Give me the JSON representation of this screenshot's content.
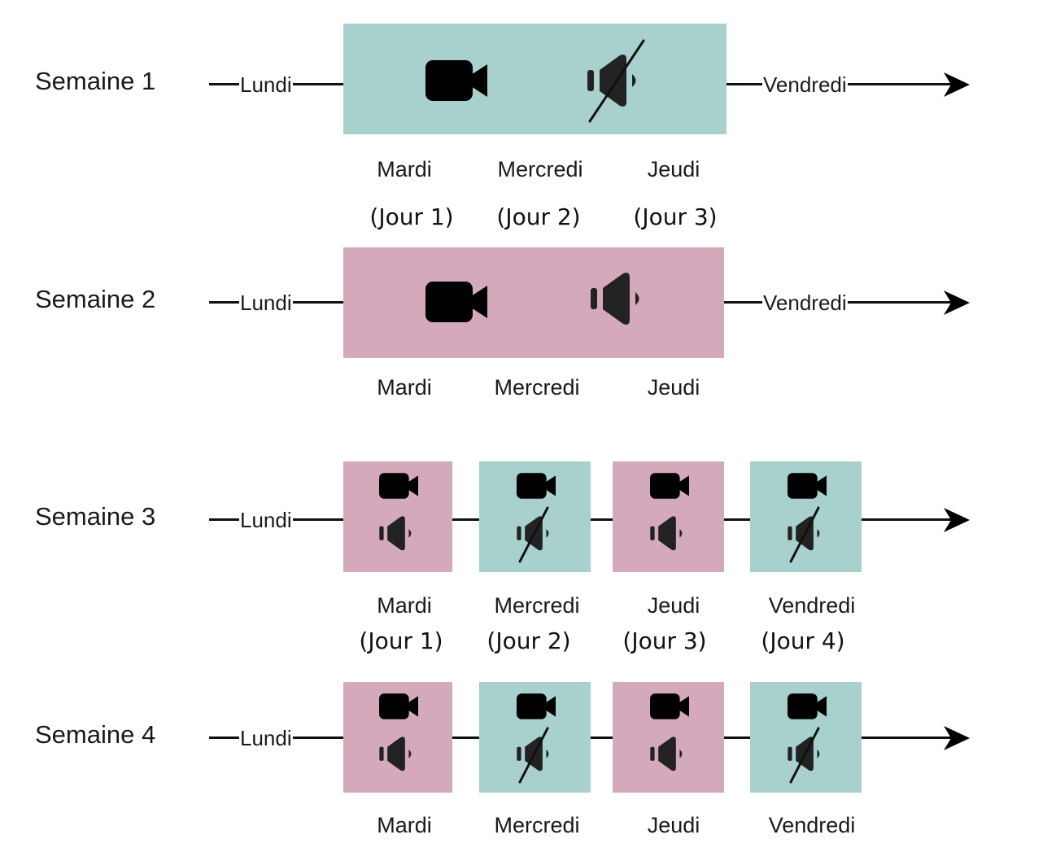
{
  "colors": {
    "video_and_audio": "#d4a9bb",
    "video_only": "#a8d1cd",
    "line": "#111111"
  },
  "weeks": [
    {
      "label": "Semaine 1",
      "start_label": "Lundi",
      "end_label": "Vendredi",
      "block": {
        "color": "video_only",
        "icons": [
          "video-camera-icon",
          "speaker-muted-icon"
        ],
        "days": [
          "Mardi",
          "Mercredi",
          "Jeudi"
        ],
        "jours": [
          "(Jour 1)",
          "(Jour 2)",
          "(Jour 3)"
        ]
      }
    },
    {
      "label": "Semaine 2",
      "start_label": "Lundi",
      "end_label": "Vendredi",
      "block": {
        "color": "video_and_audio",
        "icons": [
          "video-camera-icon",
          "speaker-icon"
        ],
        "days": [
          "Mardi",
          "Mercredi",
          "Jeudi"
        ]
      }
    },
    {
      "label": "Semaine 3",
      "start_label": "Lundi",
      "days": [
        {
          "day": "Mardi",
          "jour": "(Jour 1)",
          "color": "video_and_audio",
          "audio": "on"
        },
        {
          "day": "Mercredi",
          "jour": "(Jour 2)",
          "color": "video_only",
          "audio": "muted"
        },
        {
          "day": "Jeudi",
          "jour": "(Jour 3)",
          "color": "video_and_audio",
          "audio": "on"
        },
        {
          "day": "Vendredi",
          "jour": "(Jour 4)",
          "color": "video_only",
          "audio": "muted"
        }
      ]
    },
    {
      "label": "Semaine 4",
      "start_label": "Lundi",
      "days": [
        {
          "day": "Mardi",
          "color": "video_and_audio",
          "audio": "on"
        },
        {
          "day": "Mercredi",
          "color": "video_only",
          "audio": "muted"
        },
        {
          "day": "Jeudi",
          "color": "video_and_audio",
          "audio": "on"
        },
        {
          "day": "Vendredi",
          "color": "video_only",
          "audio": "muted"
        }
      ]
    }
  ]
}
